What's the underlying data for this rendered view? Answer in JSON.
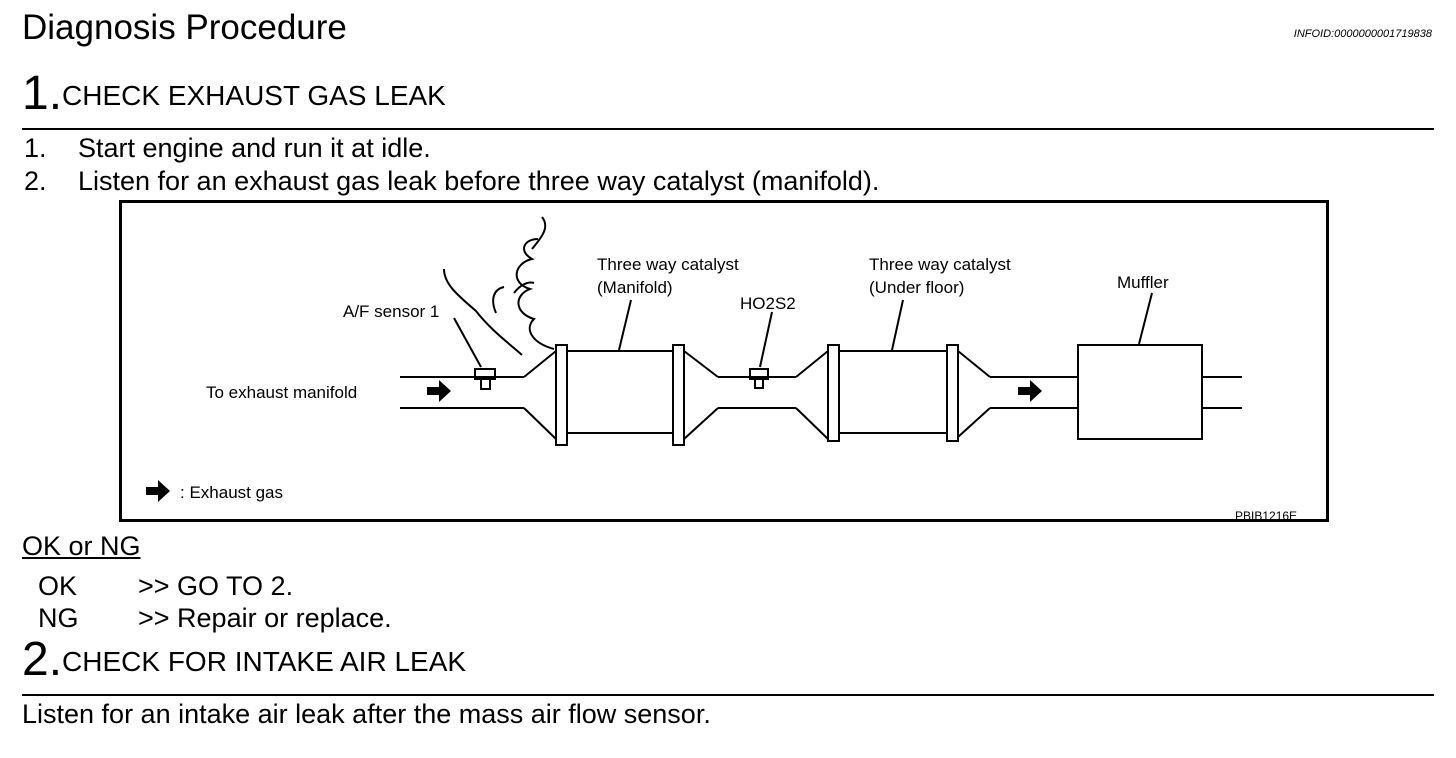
{
  "section_title": "Diagnosis Procedure",
  "info_id": "INFOID:0000000001719838",
  "steps": [
    {
      "number": "1.",
      "heading": "CHECK EXHAUST GAS LEAK",
      "items": [
        {
          "num": "1.",
          "text": "Start engine and run it at idle."
        },
        {
          "num": "2.",
          "text": "Listen for an exhaust gas leak before three way catalyst (manifold)."
        }
      ]
    },
    {
      "number": "2.",
      "heading": "CHECK FOR INTAKE AIR LEAK",
      "instruction": "Listen for an intake air leak after the mass air flow sensor."
    }
  ],
  "figure": {
    "labels": {
      "to_exhaust_manifold": "To exhaust manifold",
      "af_sensor": "A/F sensor 1",
      "twc_manifold_line1": "Three way catalyst",
      "twc_manifold_line2": "(Manifold)",
      "ho2s2": "HO2S2",
      "twc_underfloor_line1": "Three way catalyst",
      "twc_underfloor_line2": "(Under floor)",
      "muffler": "Muffler",
      "legend": ": Exhaust gas",
      "figure_id": "PBIB1216E"
    }
  },
  "result": {
    "heading": "OK or NG",
    "rows": [
      {
        "code": "OK",
        "action": ">> GO TO 2."
      },
      {
        "code": "NG",
        "action": ">> Repair or replace."
      }
    ]
  }
}
